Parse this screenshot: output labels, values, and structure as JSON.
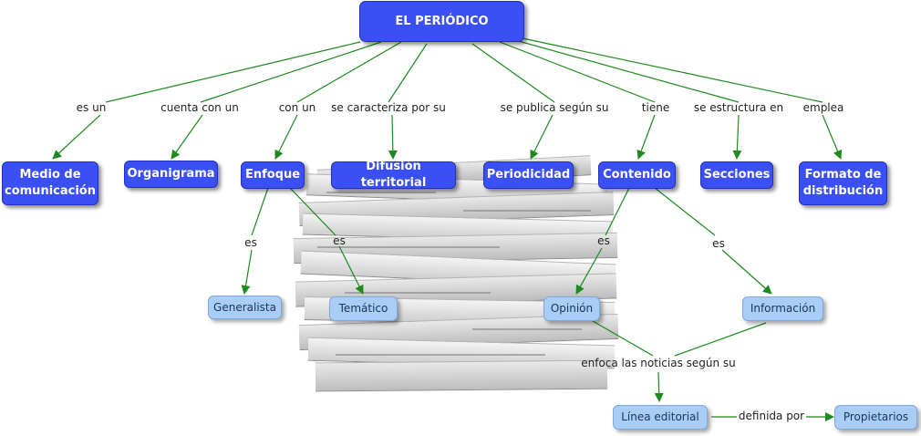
{
  "title": "EL PERIÓDICO",
  "nodes": {
    "medio": "Medio de comunicación",
    "organigrama": "Organigrama",
    "enfoque": "Enfoque",
    "difusion": "Difusión territorial",
    "periodicidad": "Periodicidad",
    "contenido": "Contenido",
    "secciones": "Secciones",
    "formato": "Formato de distribución",
    "generalista": "Generalista",
    "tematico": "Temático",
    "opinion": "Opinión",
    "informacion": "Información",
    "linea": "Línea editorial",
    "propietarios": "Propietarios"
  },
  "links": {
    "es_un": "es un",
    "cuenta_con_un": "cuenta con un",
    "con_un": "con un",
    "se_caracteriza": "se caracteriza por su",
    "se_publica": "se publica según su",
    "tiene": "tiene",
    "se_estructura": "se estructura en",
    "emplea": "emplea",
    "es_1": "es",
    "es_2": "es",
    "es_3": "es",
    "es_4": "es",
    "enfoca": "enfoca las noticias según su",
    "definida_por": "definida por"
  },
  "colors": {
    "main_node": "#3a4ff6",
    "sub_node": "#a9cdf6",
    "connector": "#1e8a1e"
  }
}
